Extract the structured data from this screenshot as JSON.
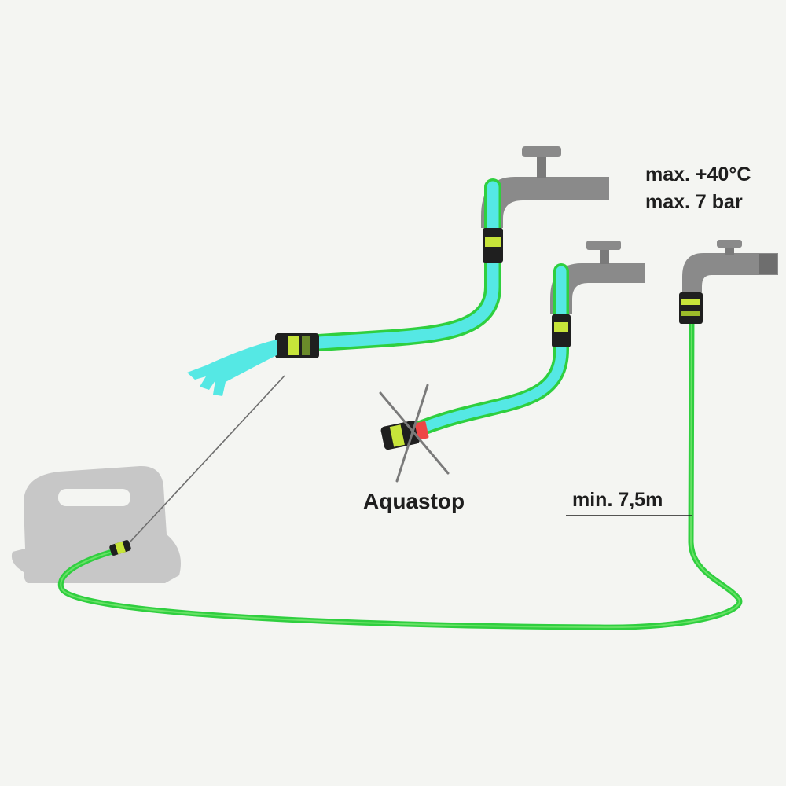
{
  "specs": {
    "max_temperature": "max. +40°C",
    "max_pressure": "max. 7 bar"
  },
  "labels": {
    "aquastop": "Aquastop",
    "min_hose_length": "min. 7,5m"
  },
  "colors": {
    "background": "#f4f5f2",
    "hose_green": "#2fcf3f",
    "water_cyan": "#55e8e4",
    "faucet_gray": "#8a8a8a",
    "device_gray": "#c7c7c7",
    "connector_black": "#1f1f1f",
    "connector_lime": "#c7e43a",
    "aquastop_red": "#ee4646",
    "text": "#1e1e1e"
  },
  "icons": {
    "faucet": "faucet-icon",
    "cross": "cross-mark-icon",
    "device": "pressure-washer-icon"
  }
}
